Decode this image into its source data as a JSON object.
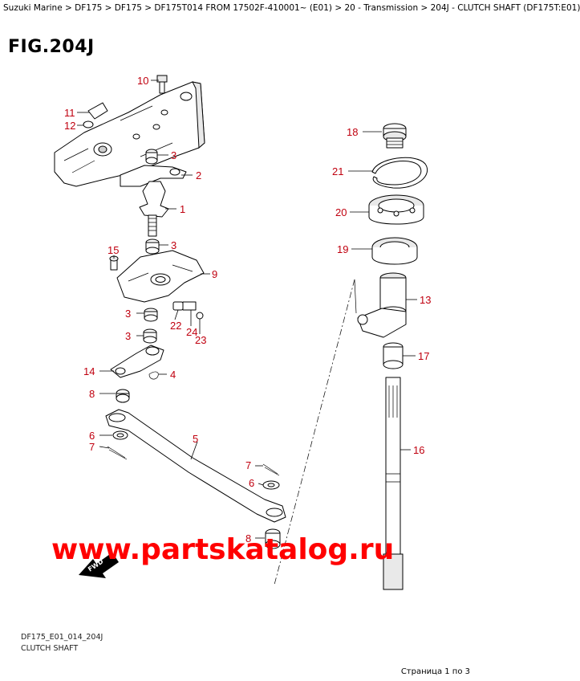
{
  "breadcrumb": "Suzuki Marine > DF175 > DF175 > DF175T014 FROM 17502F-410001~ (E01) > 20 - Transmission > 204J - CLUTCH SHAFT (DF175T:E01)",
  "figure_title": "FIG.204J",
  "callouts": {
    "c1": "1",
    "c2": "2",
    "c3a": "3",
    "c3b": "3",
    "c3c": "3",
    "c3d": "3",
    "c4": "4",
    "c5": "5",
    "c6a": "6",
    "c6b": "6",
    "c7a": "7",
    "c7b": "7",
    "c8a": "8",
    "c8b": "8",
    "c9": "9",
    "c10": "10",
    "c11": "11",
    "c12": "12",
    "c13": "13",
    "c14": "14",
    "c15": "15",
    "c16": "16",
    "c17": "17",
    "c18": "18",
    "c19": "19",
    "c20": "20",
    "c21": "21",
    "c22": "22",
    "c23": "23",
    "c24": "24"
  },
  "fwd_label": "FWD",
  "watermark": "www.partskatalog.ru",
  "drawing_code": "DF175_E01_014_204J",
  "caption": "CLUTCH SHAFT",
  "pager": "Страница 1 по 3",
  "colors": {
    "callout": "#c0000f",
    "watermark": "#ff0000"
  }
}
